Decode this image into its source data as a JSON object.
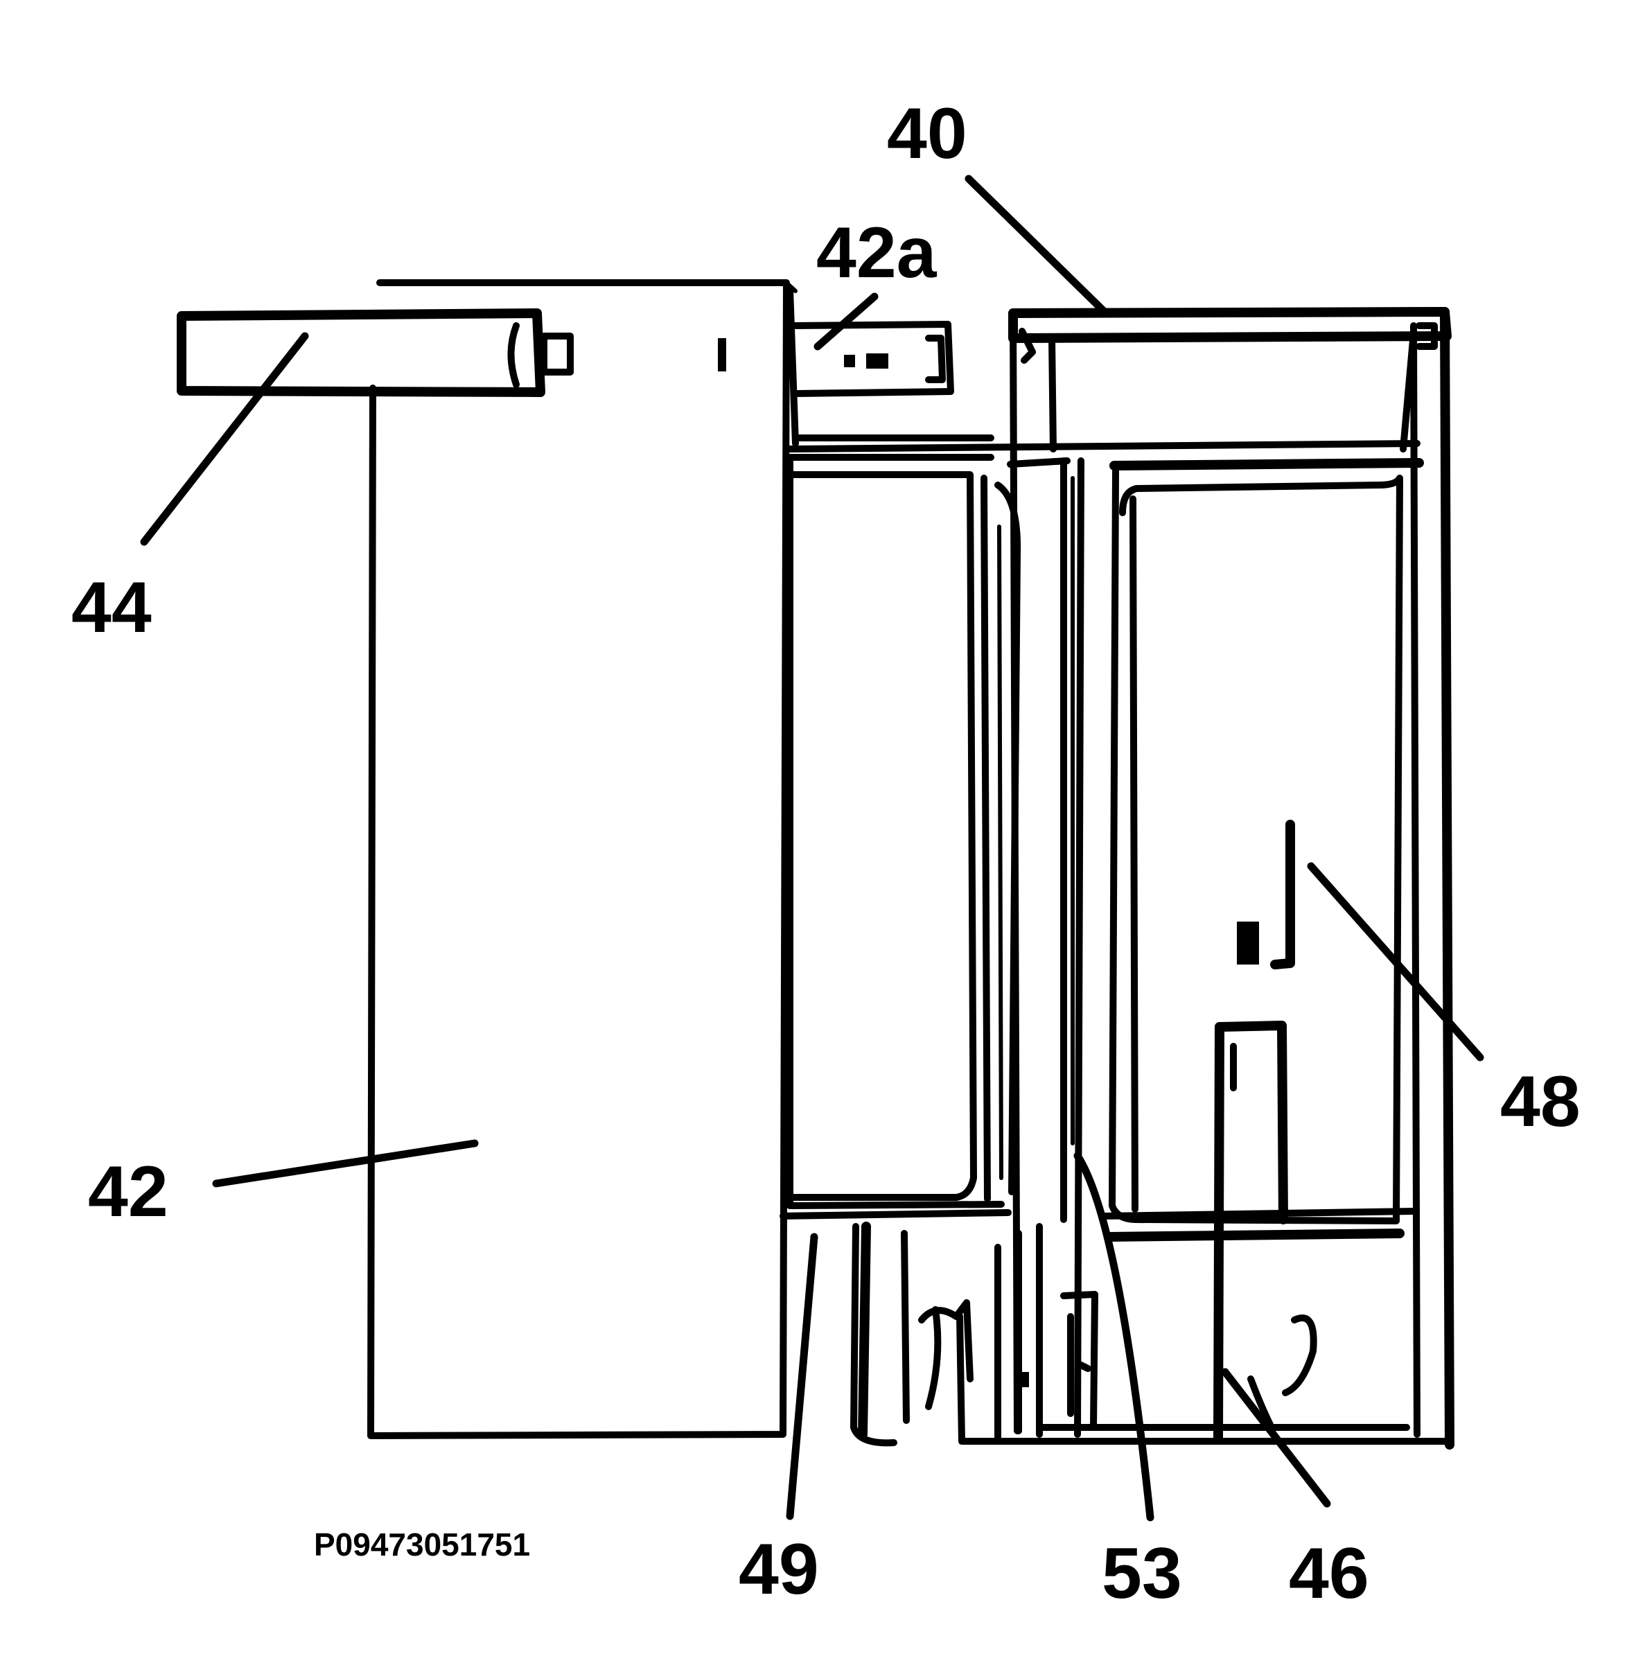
{
  "labels": {
    "ref_40": "40",
    "ref_42a": "42a",
    "ref_44": "44",
    "ref_42": "42",
    "ref_48": "48",
    "ref_49": "49",
    "ref_53": "53",
    "ref_46": "46"
  },
  "figure_code": "P09473051751",
  "colors": {
    "ink": "#000000",
    "paper": "#ffffff"
  }
}
